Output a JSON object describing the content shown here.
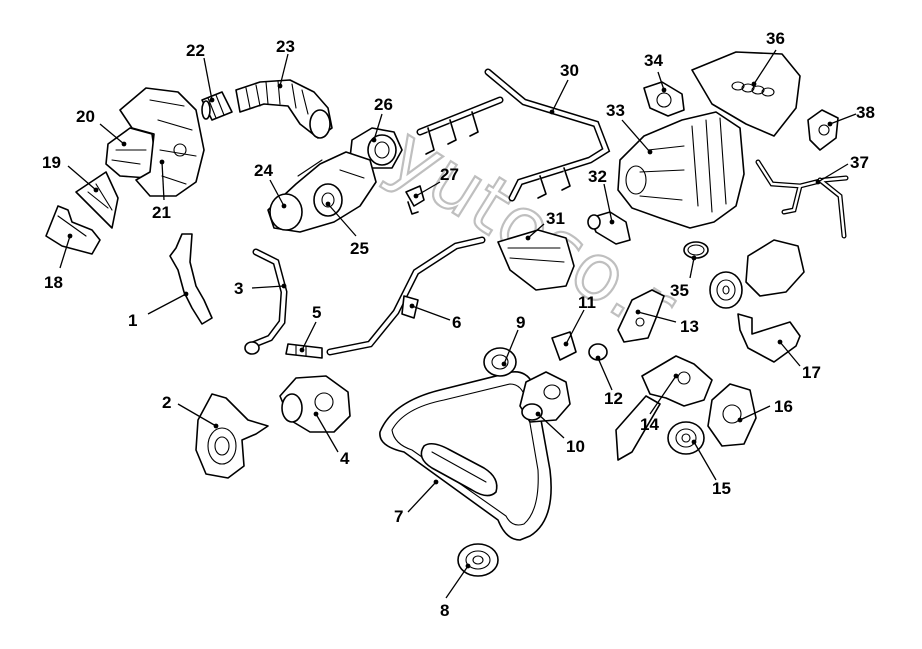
{
  "watermark": "yutoso.r",
  "callouts": [
    {
      "id": "c1",
      "label": "1"
    },
    {
      "id": "c2",
      "label": "2"
    },
    {
      "id": "c3",
      "label": "3"
    },
    {
      "id": "c4",
      "label": "4"
    },
    {
      "id": "c5",
      "label": "5"
    },
    {
      "id": "c6",
      "label": "6"
    },
    {
      "id": "c7",
      "label": "7"
    },
    {
      "id": "c8",
      "label": "8"
    },
    {
      "id": "c9",
      "label": "9"
    },
    {
      "id": "c10",
      "label": "10"
    },
    {
      "id": "c11",
      "label": "11"
    },
    {
      "id": "c12",
      "label": "12"
    },
    {
      "id": "c13",
      "label": "13"
    },
    {
      "id": "c14",
      "label": "14"
    },
    {
      "id": "c15",
      "label": "15"
    },
    {
      "id": "c16",
      "label": "16"
    },
    {
      "id": "c17",
      "label": "17"
    },
    {
      "id": "c18",
      "label": "18"
    },
    {
      "id": "c19",
      "label": "19"
    },
    {
      "id": "c20",
      "label": "20"
    },
    {
      "id": "c21",
      "label": "21"
    },
    {
      "id": "c22",
      "label": "22"
    },
    {
      "id": "c23",
      "label": "23"
    },
    {
      "id": "c24",
      "label": "24"
    },
    {
      "id": "c25",
      "label": "25"
    },
    {
      "id": "c26",
      "label": "26"
    },
    {
      "id": "c27",
      "label": "27"
    },
    {
      "id": "c30",
      "label": "30"
    },
    {
      "id": "c31",
      "label": "31"
    },
    {
      "id": "c32",
      "label": "32"
    },
    {
      "id": "c33",
      "label": "33"
    },
    {
      "id": "c34",
      "label": "34"
    },
    {
      "id": "c35",
      "label": "35"
    },
    {
      "id": "c36",
      "label": "36"
    },
    {
      "id": "c37",
      "label": "37"
    },
    {
      "id": "c38",
      "label": "38"
    }
  ]
}
